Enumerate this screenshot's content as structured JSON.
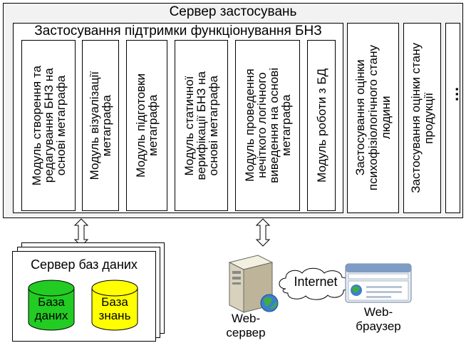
{
  "app_server": {
    "title": "Сервер застосувань",
    "main_app": {
      "title": "Застосування підтримки функціонування БНЗ",
      "modules": [
        "Модуль створення та\nредагування БНЗ на\nоснові метаграфа",
        "Модуль візуалізації\nметаграфа",
        "Модуль підготовки\nметаграфа",
        "Модуль статичної\nверифікації БНЗ на\nоснові метаграфа",
        "Модуль проведення\nнечіткого логічного\nвиведення на основі\nметаграфа",
        "Модуль роботи з БД"
      ]
    },
    "other_apps": [
      "Застосування оцінки\nпсихофізіологічного стану\nлюдини",
      "Застосування оцінки стану\nпродукції"
    ],
    "ellipsis": "…"
  },
  "db_server": {
    "title": "Сервер баз даних",
    "databases": [
      {
        "label": "База\nданих",
        "color": "#22cc22"
      },
      {
        "label": "База\nзнань",
        "color": "#ffff00"
      }
    ]
  },
  "web_server": {
    "label": "Web-\nсервер"
  },
  "internet": {
    "label": "Internet"
  },
  "web_browser": {
    "label": "Web-\nбраузер"
  }
}
